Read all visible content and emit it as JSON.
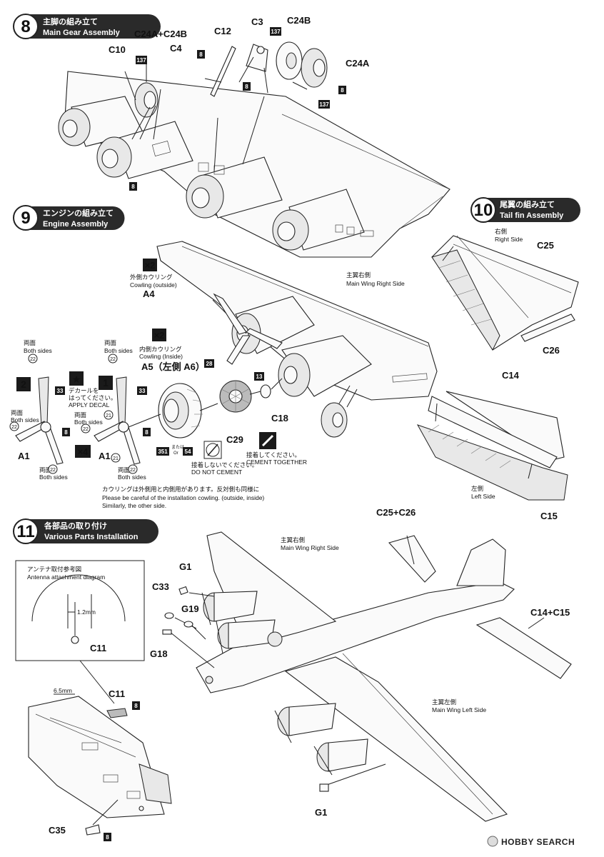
{
  "steps": {
    "s8": {
      "num": "8",
      "jp": "主脚の組み立て",
      "en": "Main Gear Assembly"
    },
    "s9": {
      "num": "9",
      "jp": "エンジンの組み立て",
      "en": "Engine Assembly"
    },
    "s10": {
      "num": "10",
      "jp": "尾翼の組み立て",
      "en": "Tail fin Assembly"
    },
    "s11": {
      "num": "11",
      "jp": "各部品の取り付け",
      "en": "Various Parts Installation"
    }
  },
  "gear": {
    "c24a_c24b": "C24A+C24B",
    "c12": "C12",
    "c3": "C3",
    "c24b": "C24B",
    "c24a": "C24A",
    "c10": "C10",
    "c4": "C4"
  },
  "engine": {
    "x2a": "×2",
    "cowl_out_jp": "外側カウリング",
    "cowl_out_en": "Cowling (outside)",
    "a4": "A4",
    "x2b": "×2",
    "cowl_in_jp": "内側カウリング",
    "cowl_in_en": "Cowling (Inside)",
    "a5a6": "A5（左側 A6）",
    "main_right_jp": "主翼右側",
    "main_right_en": "Main Wing Right Side",
    "both_jp": "両面",
    "both_en": "Both sides",
    "decal_jp1": "デカールを",
    "decal_jp2": "はってください。",
    "decal_en": "APPLY DECAL",
    "x4": "×4",
    "a1": "A1",
    "c18": "C18",
    "c29": "C29",
    "or_jp": "または",
    "or_en": "Or",
    "nocement_jp": "接着しないでください。",
    "nocement_en": "DO NOT CEMENT",
    "cement_jp": "接着してください。",
    "cement_en": "CEMENT TOGETHER",
    "note_jp": "カウリングは外側用と内側用があります。反対側も同様に",
    "note_en1": "Please be careful of the installation cowling. (outside, inside)",
    "note_en2": "Similarly, the other side."
  },
  "tail": {
    "right_jp": "右側",
    "right_en": "Right Side",
    "c25": "C25",
    "c26": "C26",
    "c14": "C14",
    "left_jp": "左側",
    "left_en": "Left Side",
    "c15": "C15"
  },
  "various": {
    "c25c26": "C25+C26",
    "main_right_jp": "主翼右側",
    "main_right_en": "Main Wing Right Side",
    "g1": "G1",
    "c33": "C33",
    "g19": "G19",
    "g18": "G18",
    "c14c15": "C14+C15",
    "main_left_jp": "主翼左側",
    "main_left_en": "Main Wing Left Side",
    "g1b": "G1",
    "antenna_jp": "アンテナ取付参考図",
    "antenna_en": "Antenna attachment diagram",
    "mm12": "1.2mm",
    "c11a": "C11",
    "mm65": "6.5mm",
    "c11b": "C11",
    "c35": "C35"
  },
  "badges": {
    "b8": "8",
    "b137": "137",
    "b13": "13",
    "b33": "33",
    "b28": "28",
    "b22": "22",
    "b21": "21",
    "b351": "351",
    "b54": "54"
  },
  "watermark": "HOBBY SEARCH"
}
